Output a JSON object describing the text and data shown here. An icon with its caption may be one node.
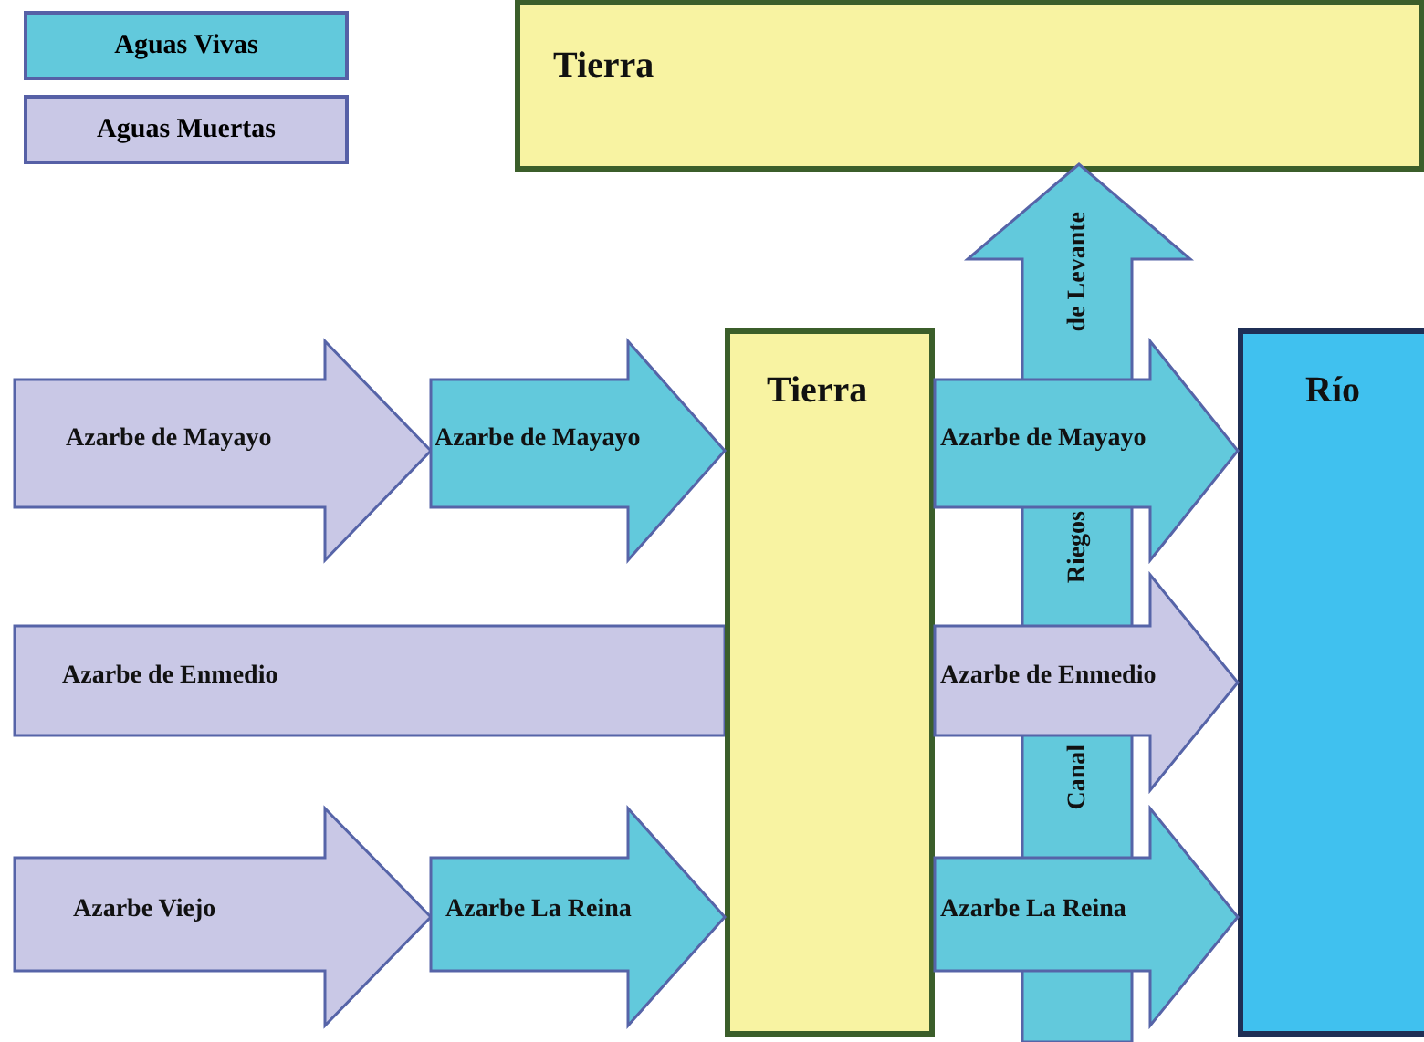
{
  "diagram": {
    "nodes": [
      {
        "text": [
          "Tierra"
        ]
      },
      {
        "text": [
          "Tierra"
        ]
      },
      {
        "text": [
          "Río"
        ]
      },
      {
        "text": [
          "Azarbe de Mayayo"
        ]
      },
      {
        "text": [
          "Azarbe de Mayayo"
        ]
      },
      {
        "text": [
          "de Levante",
          "Riegos",
          "Canal"
        ]
      },
      {
        "text": [
          "Azarbe de Mayayo"
        ]
      },
      {
        "text": [
          "Azarbe de Enmedio"
        ]
      },
      {
        "text": [
          "Azarbe de Enmedio"
        ]
      },
      {
        "text": [
          "Azarbe Viejo"
        ]
      },
      {
        "text": [
          "Azarbe La Reina"
        ]
      },
      {
        "text": [
          "Azarbe La Reina"
        ]
      }
    ],
    "legend": [
      {
        "text": "Aguas Vivas",
        "color": "#62c9dc"
      },
      {
        "text": "Aguas Muertas",
        "color": "#c9c8e6"
      }
    ]
  }
}
